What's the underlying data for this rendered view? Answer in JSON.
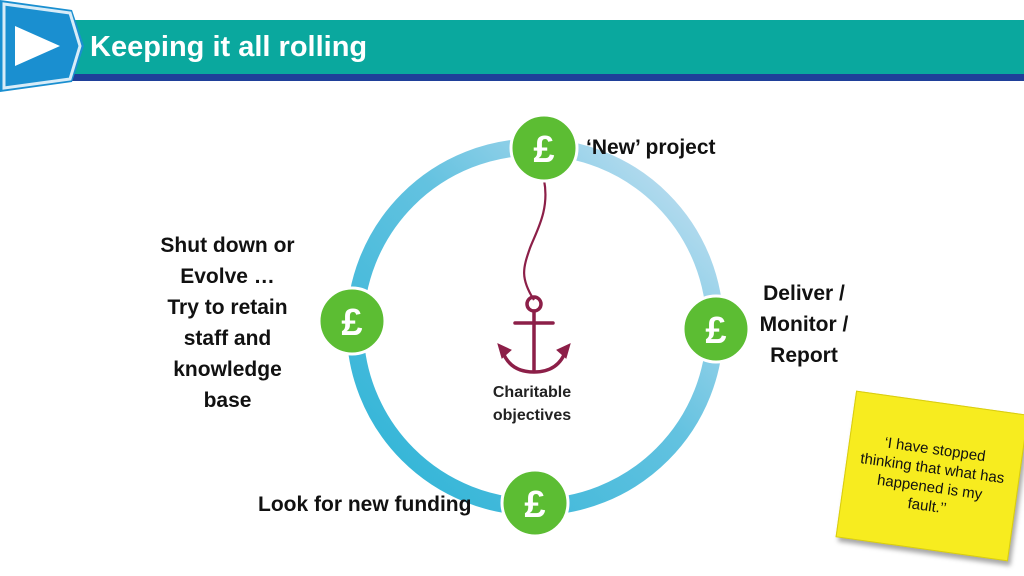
{
  "header": {
    "title": "Keeping it all rolling",
    "accent_color": "#0aa89e",
    "underline_color": "#1f3f99",
    "icon": "play-arrow-icon"
  },
  "cycle": {
    "ring_colors": [
      "#2ab3d6",
      "#b9d9ef"
    ],
    "node_color": "#5cbd33",
    "node_symbol": "£",
    "nodes": [
      {
        "id": "top",
        "label": "‘New’ project"
      },
      {
        "id": "right",
        "lines": [
          "Deliver /",
          "Monitor /",
          "Report"
        ]
      },
      {
        "id": "bottom",
        "label": "Look for new funding"
      },
      {
        "id": "left",
        "lines": [
          "Shut down or",
          "Evolve …",
          "Try to retain",
          "staff and",
          "knowledge",
          "base"
        ]
      }
    ]
  },
  "anchor": {
    "icon": "anchor-icon",
    "color": "#8c1f48",
    "lines": [
      "Charitable",
      "objectives"
    ]
  },
  "sticky_note": {
    "color": "#f7ec1f",
    "text": "‘I have stopped thinking that what has happened is my fault.’’"
  }
}
